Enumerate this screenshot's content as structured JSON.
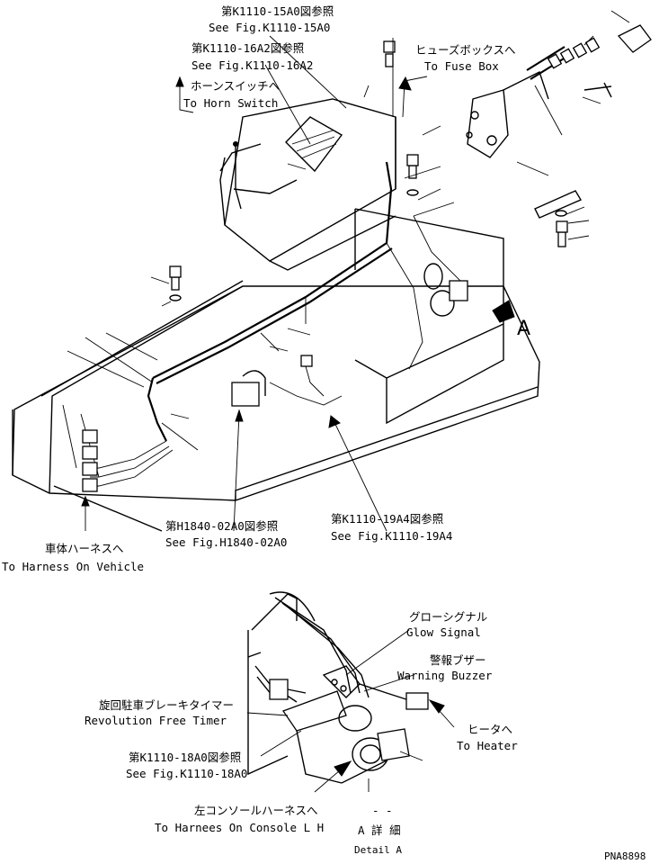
{
  "labels": {
    "fig_k1110_15a0_jp": "第K1110-15A0図参照",
    "fig_k1110_15a0_en": "See Fig.K1110-15A0",
    "fig_k1110_16a2_jp": "第K1110-16A2図参照",
    "fig_k1110_16a2_en": "See Fig.K1110-16A2",
    "horn_switch_jp": "ホーンスイッチへ",
    "horn_switch_en": "To Horn Switch",
    "fuse_box_jp": "ヒューズボックスへ",
    "fuse_box_en": "To Fuse Box",
    "view_a": "A",
    "fig_h1840_02a0_jp": "第H1840-02A0図参照",
    "fig_h1840_02a0_en": "See Fig.H1840-02A0",
    "fig_k1110_19a4_jp": "第K1110-19A4図参照",
    "fig_k1110_19a4_en": "See Fig.K1110-19A4",
    "harness_vehicle_jp": "車体ハーネスへ",
    "harness_vehicle_en": "To Harness On Vehicle",
    "glow_signal_jp": "グローシグナル",
    "glow_signal_en": "Glow Signal",
    "warning_buzzer_jp": "警報ブザー",
    "warning_buzzer_en": "Warning Buzzer",
    "timer_jp": "旋回駐車ブレーキタイマー",
    "timer_en": "Revolution Free Timer",
    "heater_jp": "ヒータへ",
    "heater_en": "To Heater",
    "fig_k1110_18a0_jp": "第K1110-18A0図参照",
    "fig_k1110_18a0_en": "See Fig.K1110-18A0",
    "console_lh_jp": "左コンソールハーネスへ",
    "console_lh_en": "To Harnees On Console L H",
    "dashes": "- -",
    "detail_a_jp": "A 詳 細",
    "detail_a_en": "Detail A",
    "drawing_number": "PNA8898"
  }
}
